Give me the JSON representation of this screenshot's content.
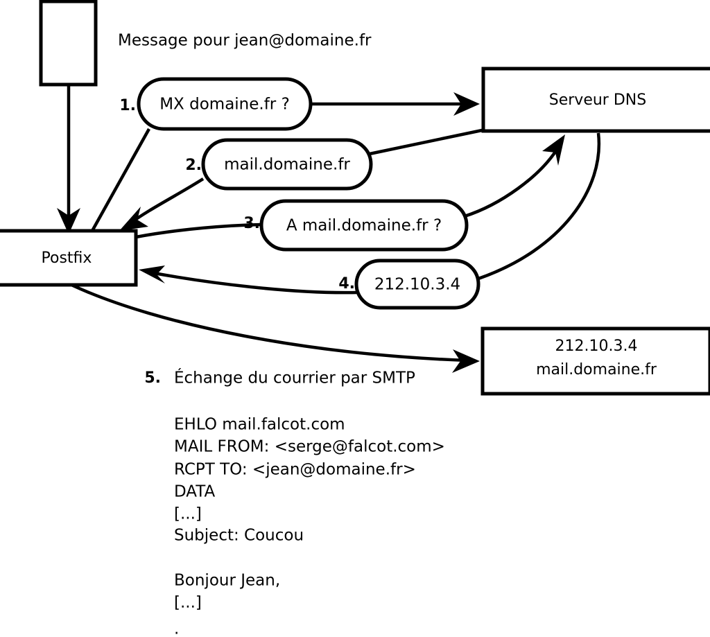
{
  "diagram": {
    "title_caption": "Message pour jean@domaine.fr",
    "nodes": {
      "client_box": {
        "label": ""
      },
      "postfix": {
        "label": "Postfix"
      },
      "dns_server": {
        "label": "Serveur DNS"
      },
      "mail_server": {
        "line1": "212.10.3.4",
        "line2": "mail.domaine.fr"
      }
    },
    "steps": [
      {
        "number": "1.",
        "text": "MX domaine.fr ?"
      },
      {
        "number": "2.",
        "text": "mail.domaine.fr"
      },
      {
        "number": "3.",
        "text": "A mail.domaine.fr ?"
      },
      {
        "number": "4.",
        "text": "212.10.3.4"
      }
    ],
    "step5": {
      "number": "5.",
      "text": "Échange du courrier par SMTP"
    },
    "smtp_transcript": [
      "EHLO mail.falcot.com",
      "MAIL FROM: <serge@falcot.com>",
      "RCPT TO: <jean@domaine.fr>",
      "DATA",
      "[...]",
      "Subject: Coucou",
      "",
      "Bonjour Jean,",
      "[...]",
      "."
    ],
    "colors": {
      "stroke": "#000000",
      "fill": "#ffffff",
      "text": "#000000"
    }
  }
}
